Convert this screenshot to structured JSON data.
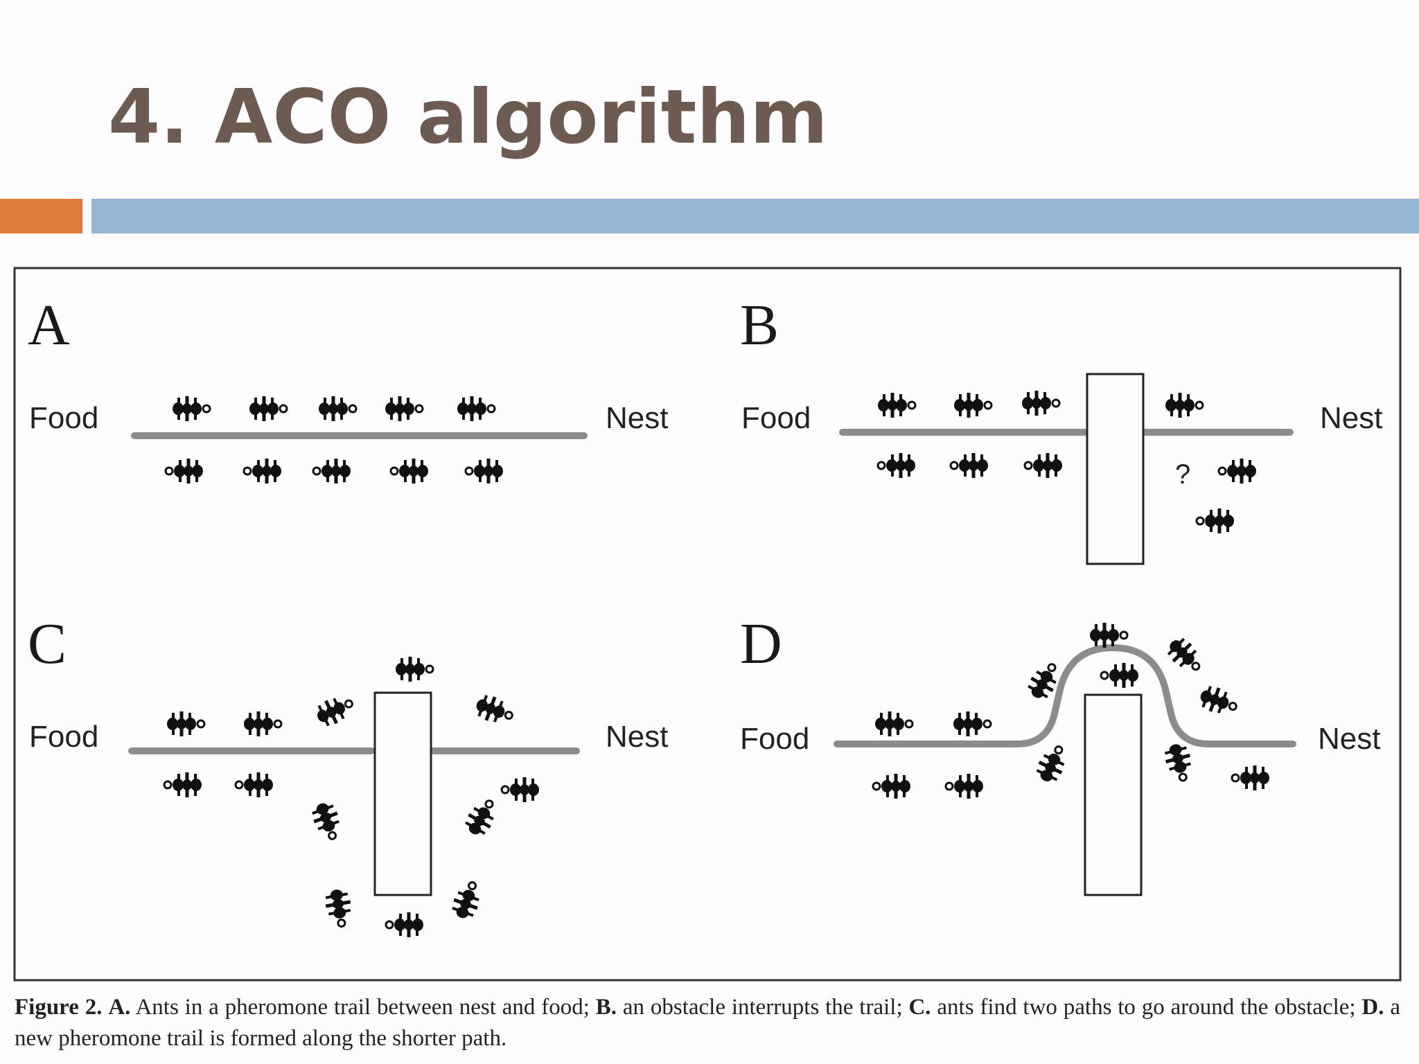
{
  "slide": {
    "title": "4. ACO algorithm",
    "accent_colors": {
      "orange": "#e07b39",
      "blue": "#94b6d2",
      "title": "#6d5a51"
    }
  },
  "figure": {
    "panels": [
      {
        "letter": "A",
        "left_label": "Food",
        "right_label": "Nest"
      },
      {
        "letter": "B",
        "left_label": "Food",
        "right_label": "Nest",
        "question_mark": "?"
      },
      {
        "letter": "C",
        "left_label": "Food",
        "right_label": "Nest"
      },
      {
        "letter": "D",
        "left_label": "Food",
        "right_label": "Nest"
      }
    ],
    "icons": [
      "ant-icon",
      "obstacle-rectangle",
      "pheromone-trail"
    ]
  },
  "caption": {
    "figure_label": "Figure 2.",
    "a_label": "A.",
    "a_text": " Ants in a pheromone trail between nest and food; ",
    "b_label": "B.",
    "b_text": " an obstacle interrupts the trail; ",
    "c_label": "C.",
    "c_text": " ants find two paths to go around the obstacle; ",
    "d_label": "D.",
    "d_text": " a new pheromone trail is formed along the shorter path."
  }
}
